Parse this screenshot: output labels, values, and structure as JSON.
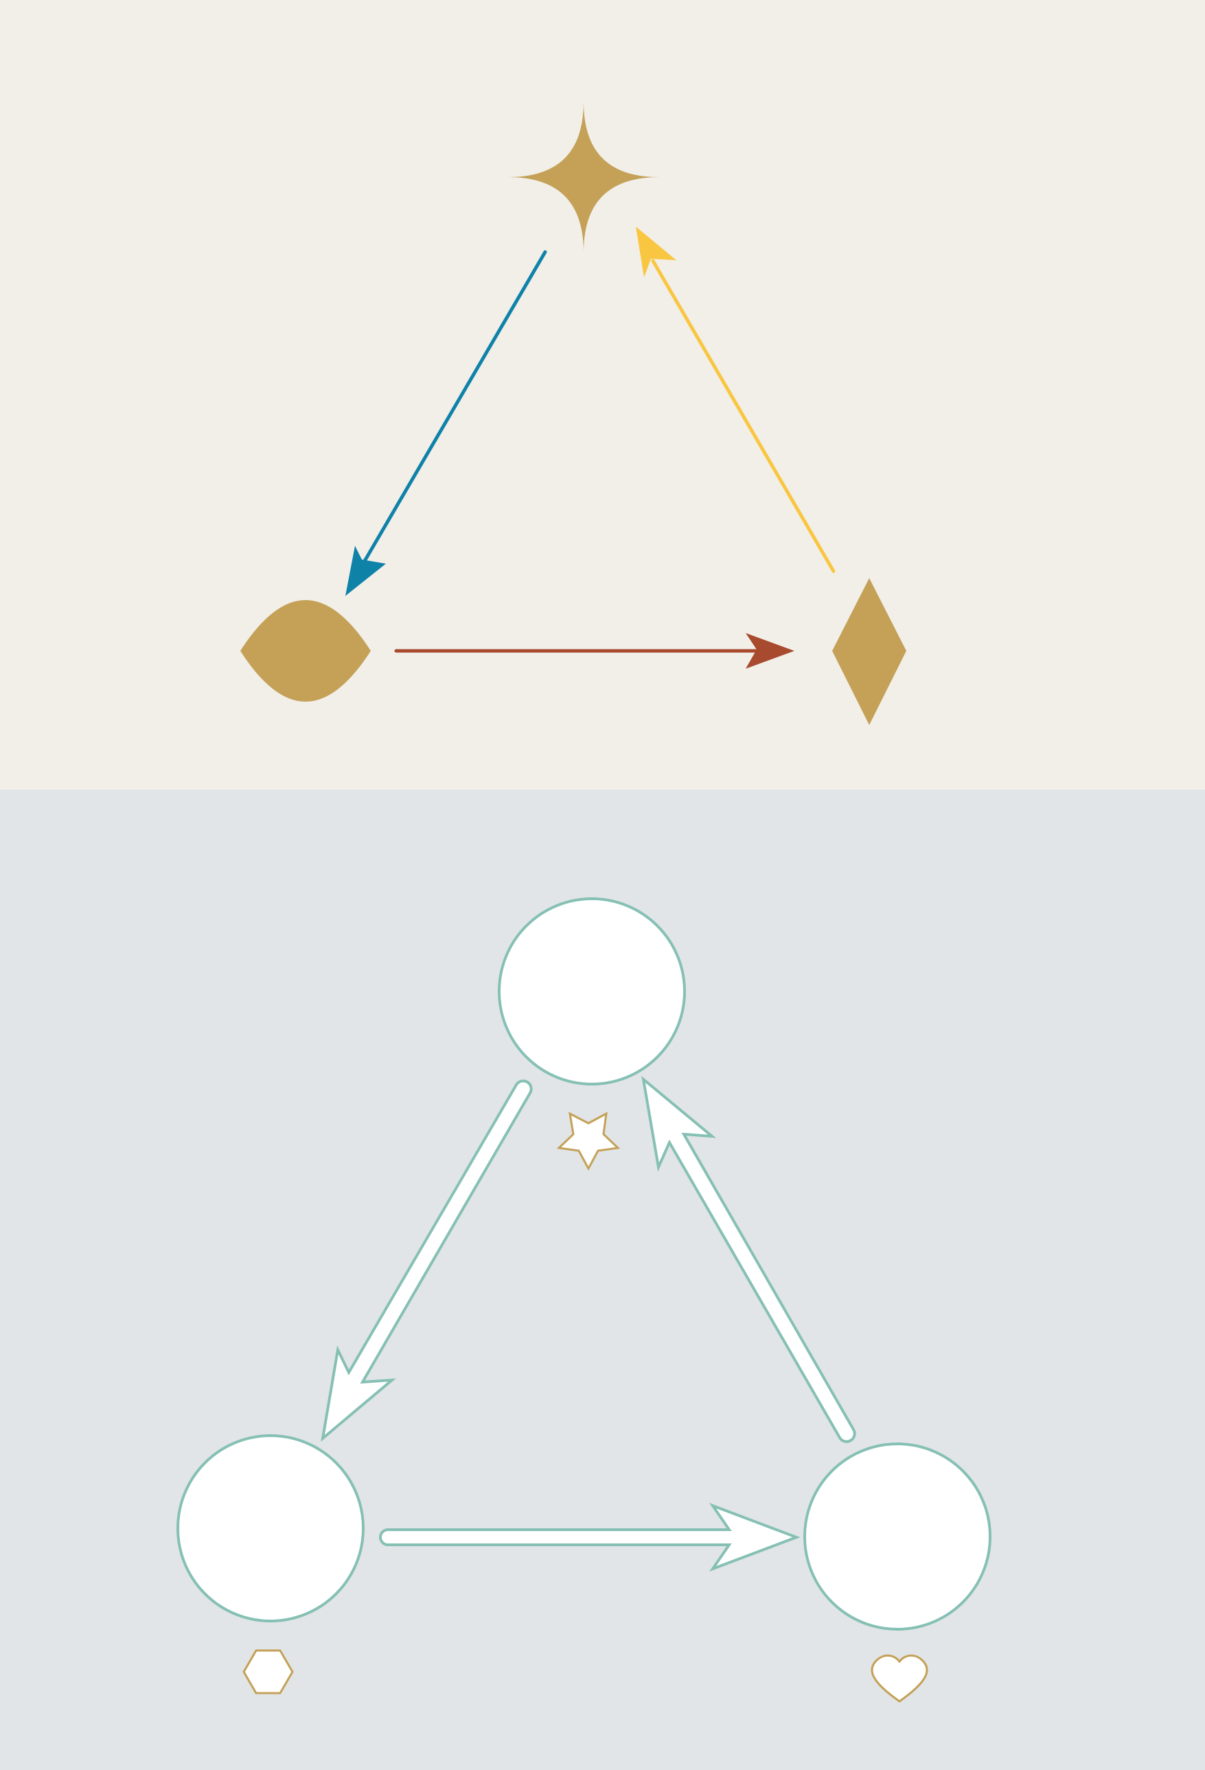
{
  "diagram": {
    "description_free": true,
    "colors": {
      "top_background": "#f2efe9",
      "bottom_background": "#e1e5e8",
      "shape_gold": "#c4a157",
      "arrow_blue": "#0f82a8",
      "arrow_red": "#a84a2e",
      "arrow_yellow": "#f9c641",
      "outline_teal": "#86c0b4",
      "fill_white": "#ffffff"
    },
    "top_panel": {
      "nodes": [
        {
          "id": "top",
          "shape": "four-point-star-icon"
        },
        {
          "id": "left",
          "shape": "lens-icon"
        },
        {
          "id": "right",
          "shape": "diamond-icon"
        }
      ],
      "edges": [
        {
          "from": "top",
          "to": "left",
          "color": "arrow_blue"
        },
        {
          "from": "left",
          "to": "right",
          "color": "arrow_red"
        },
        {
          "from": "right",
          "to": "top",
          "color": "arrow_yellow"
        }
      ]
    },
    "bottom_panel": {
      "nodes": [
        {
          "id": "top",
          "shape": "circle",
          "marker": "star-icon"
        },
        {
          "id": "left",
          "shape": "circle",
          "marker": "hexagon-icon"
        },
        {
          "id": "right",
          "shape": "circle",
          "marker": "heart-icon"
        }
      ],
      "edges": [
        {
          "from": "top",
          "to": "left"
        },
        {
          "from": "left",
          "to": "right"
        },
        {
          "from": "right",
          "to": "top"
        }
      ]
    }
  }
}
